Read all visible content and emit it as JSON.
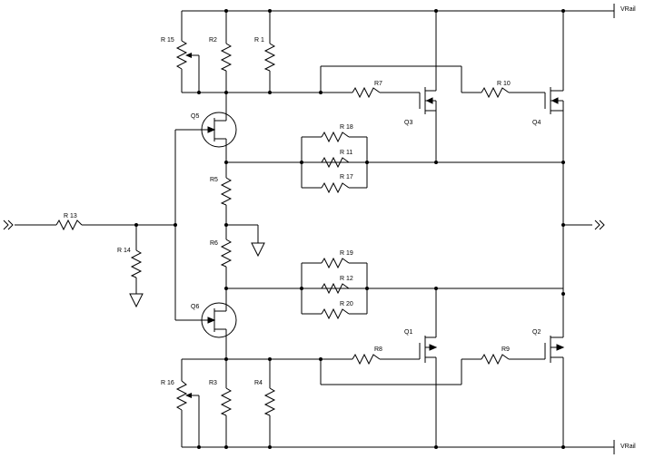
{
  "rails": {
    "top": "VRail",
    "bottom": "VRail"
  },
  "resistors": {
    "r1": "R 1",
    "r2": "R2",
    "r3": "R3",
    "r4": "R4",
    "r5": "R5",
    "r6": "R6",
    "r7": "R7",
    "r8": "R8",
    "r9": "R9",
    "r10": "R 10",
    "r11": "R 11",
    "r12": "R 12",
    "r13": "R 13",
    "r14": "R 14",
    "r15": "R 15",
    "r16": "R 16",
    "r17": "R 17",
    "r18": "R 18",
    "r19": "R 19",
    "r20": "R 20"
  },
  "transistors": {
    "q1": "Q1",
    "q2": "Q2",
    "q3": "Q3",
    "q4": "Q4",
    "q5": "Q5",
    "q6": "Q6"
  }
}
